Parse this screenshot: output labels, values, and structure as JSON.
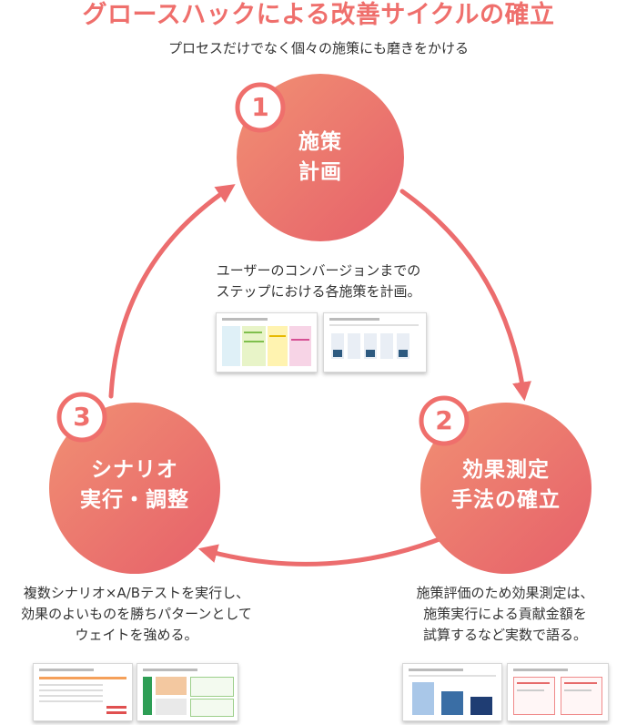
{
  "title": "グロースハックによる改善サイクルの確立",
  "subtitle": "プロセスだけでなく個々の施策にも磨きをかける",
  "steps": [
    {
      "number": "1",
      "label": [
        "施策",
        "計画"
      ],
      "description": [
        "ユーザーのコンバージョンまでの",
        "ステップにおける各施策を計画。"
      ]
    },
    {
      "number": "2",
      "label": [
        "効果測定",
        "手法の確立"
      ],
      "description": [
        "施策評価のため効果測定は、",
        "施策実行による貢献金額を",
        "試算するなど実数で語る。"
      ]
    },
    {
      "number": "3",
      "label": [
        "シナリオ",
        "実行・調整"
      ],
      "description": [
        "複数シナリオ×A/Bテストを実行し、",
        "効果のよいものを勝ちパターンとして",
        "ウェイトを強める。"
      ]
    }
  ],
  "colors": {
    "accent": "#ef6f6c",
    "circle_light": "#f08a6a",
    "circle_dark": "#e8656a",
    "arrow": "#ec6d6e",
    "text": "#333333"
  }
}
